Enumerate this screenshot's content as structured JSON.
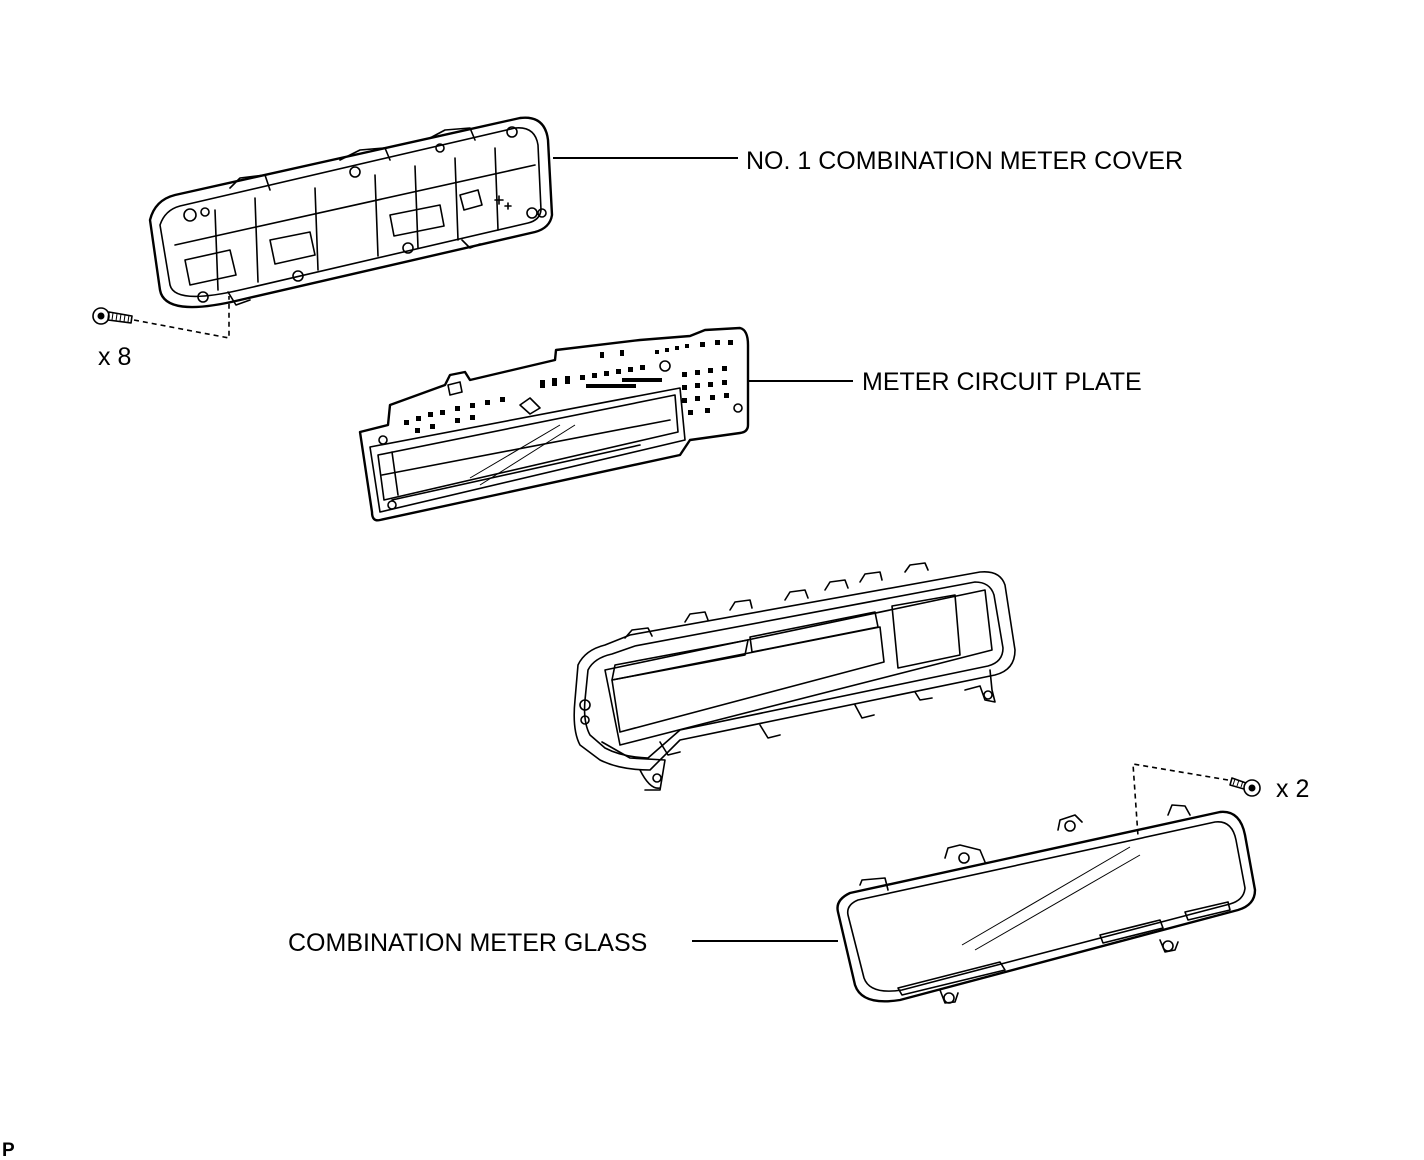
{
  "labels": {
    "meter_cover": "NO. 1 COMBINATION METER COVER",
    "circuit_plate": "METER CIRCUIT PLATE",
    "meter_glass": "COMBINATION METER GLASS",
    "screw_qty_left": "x 8",
    "screw_qty_right": "x 2"
  },
  "corner_mark": "P"
}
